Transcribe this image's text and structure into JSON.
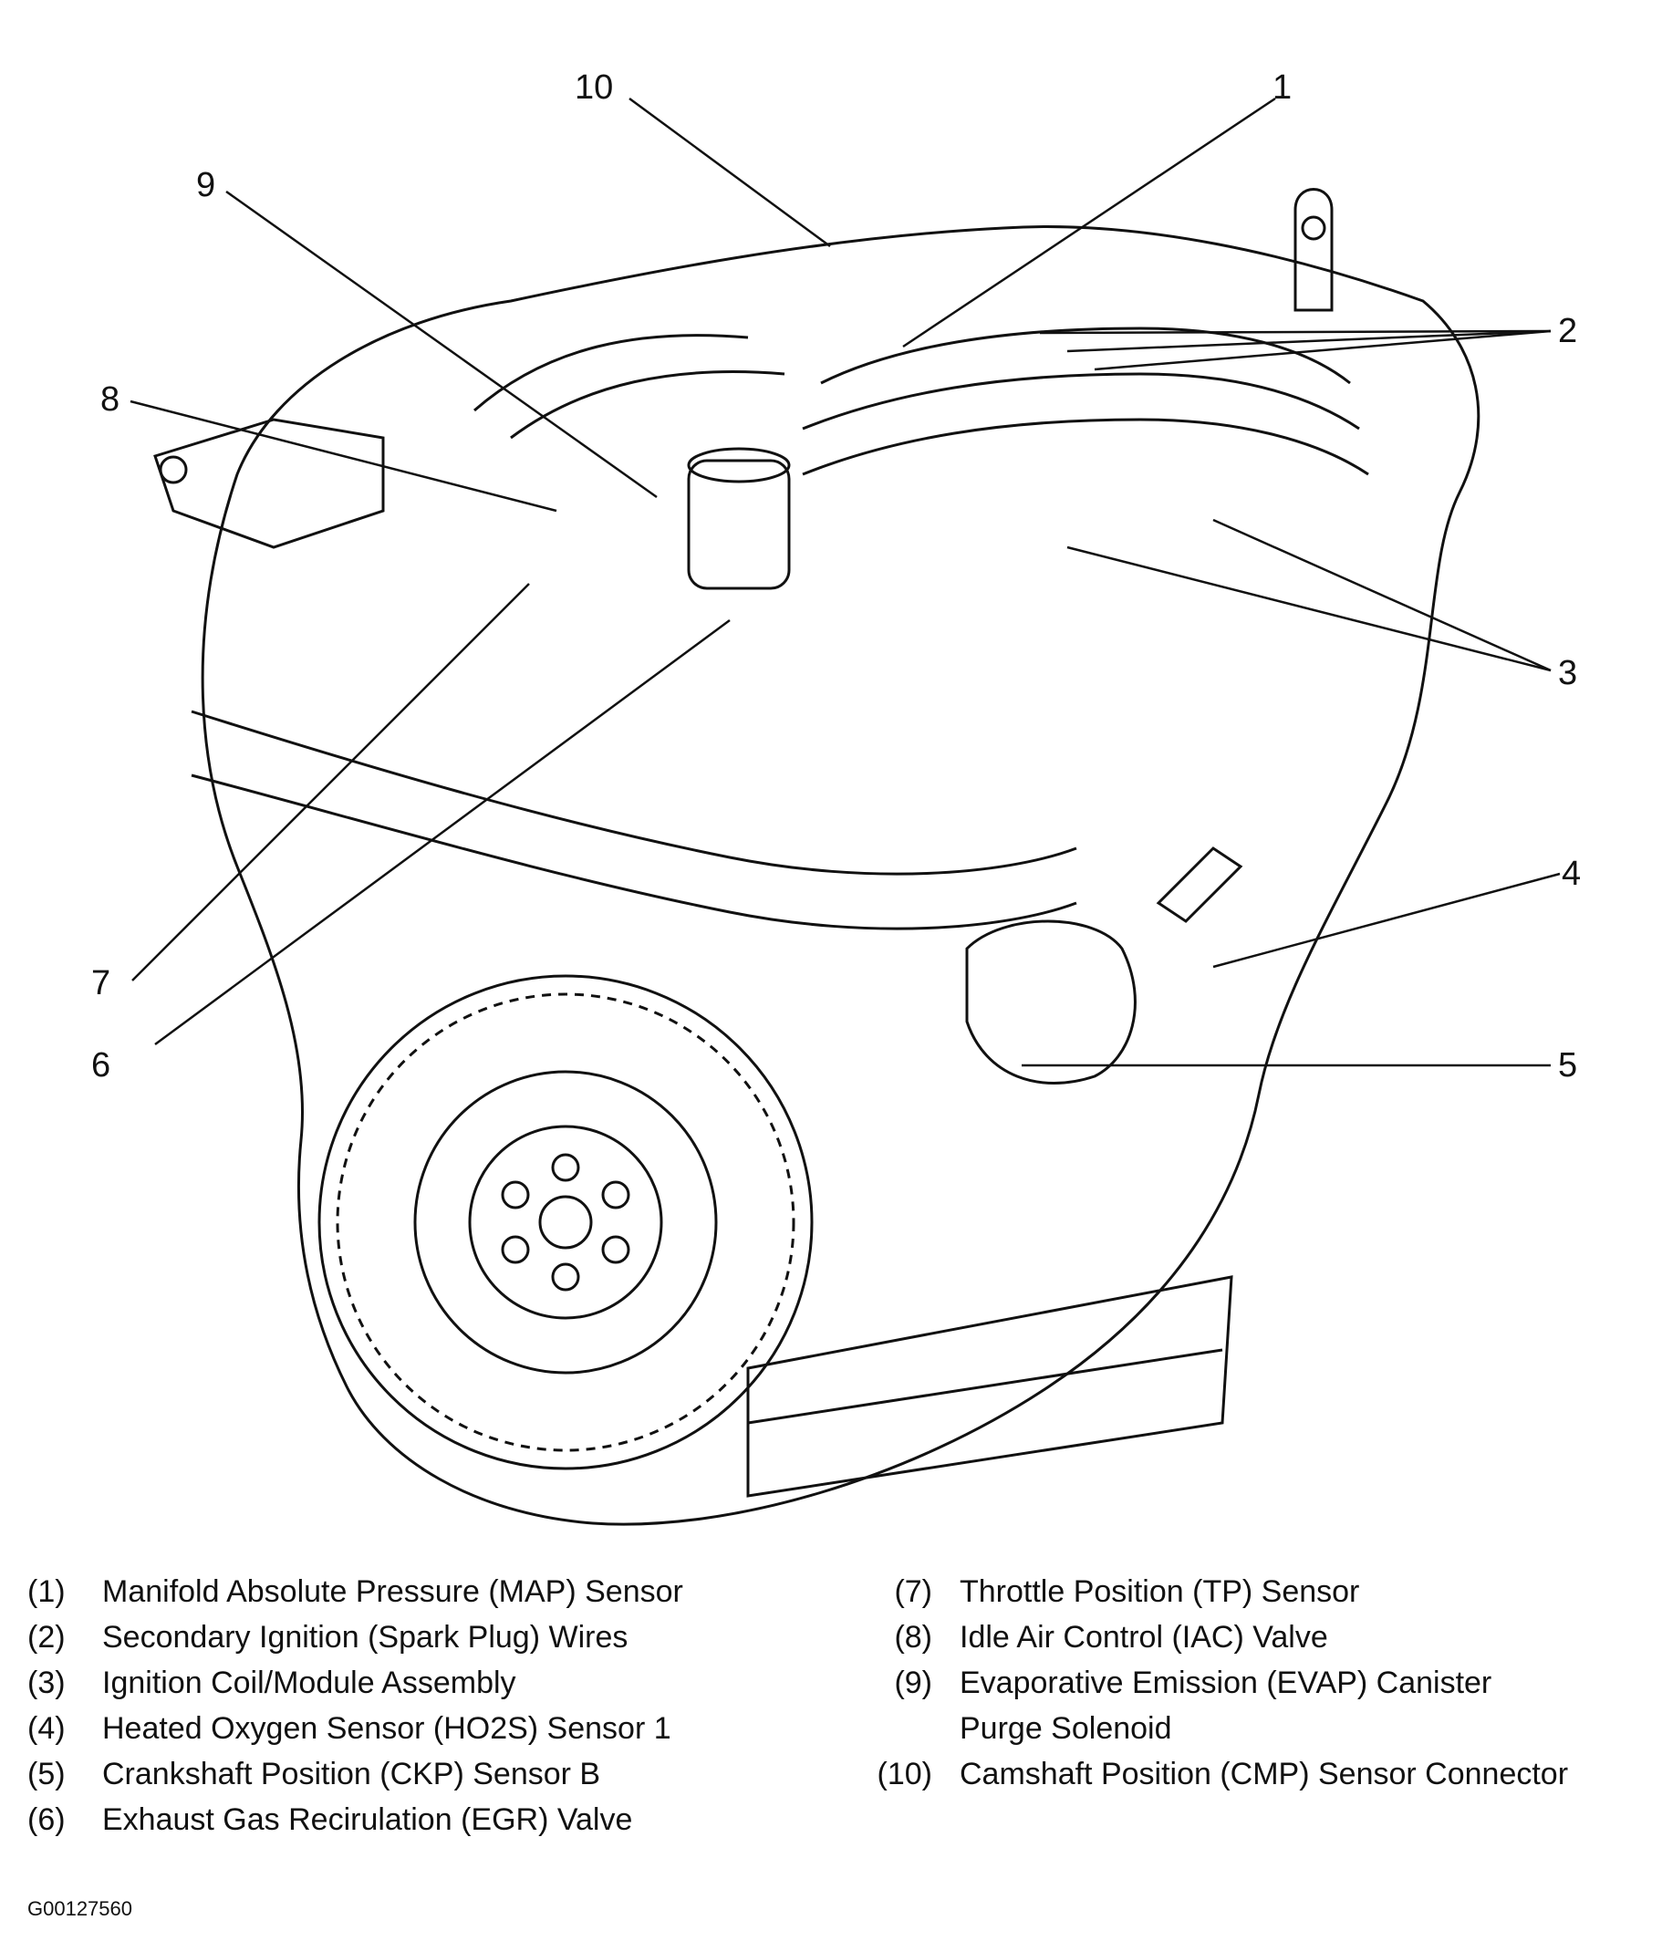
{
  "callouts": {
    "c1": "1",
    "c2": "2",
    "c3": "3",
    "c4": "4",
    "c5": "5",
    "c6": "6",
    "c7": "7",
    "c8": "8",
    "c9": "9",
    "c10": "10"
  },
  "legend_left": [
    {
      "num": "(1)",
      "label": "Manifold Absolute Pressure (MAP) Sensor"
    },
    {
      "num": "(2)",
      "label": "Secondary Ignition (Spark Plug) Wires"
    },
    {
      "num": "(3)",
      "label": "Ignition Coil/Module Assembly"
    },
    {
      "num": "(4)",
      "label": "Heated Oxygen Sensor (HO2S) Sensor 1"
    },
    {
      "num": "(5)",
      "label": "Crankshaft Position (CKP) Sensor B"
    },
    {
      "num": "(6)",
      "label": "Exhaust Gas Recirulation (EGR) Valve"
    }
  ],
  "legend_right": [
    {
      "num": "(7)",
      "label": "Throttle Position (TP) Sensor"
    },
    {
      "num": "(8)",
      "label": "Idle Air Control (IAC) Valve"
    },
    {
      "num": "(9)",
      "label": "Evaporative Emission (EVAP) Canister",
      "label2": "Purge Solenoid"
    },
    {
      "num": "(10)",
      "label": "Camshaft Position (CMP) Sensor Connector"
    }
  ],
  "figure_code": "G00127560"
}
